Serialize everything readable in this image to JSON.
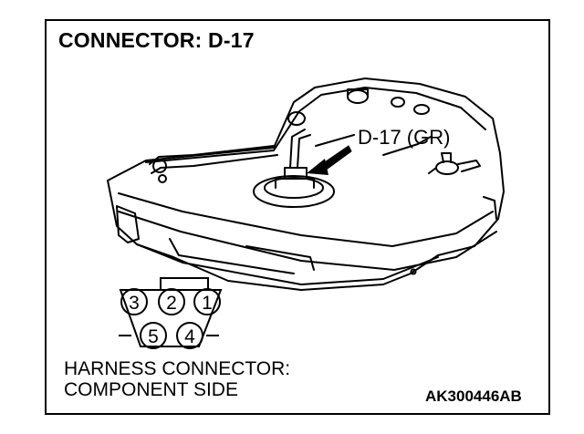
{
  "diagram": {
    "title": "CONNECTOR: D-17",
    "callout_label": "D-17 (GR)",
    "connector_pins": [
      "3",
      "2",
      "1",
      "5",
      "4"
    ],
    "caption_line1": "HARNESS CONNECTOR:",
    "caption_line2": "COMPONENT SIDE",
    "figure_code": "AK300446AB"
  }
}
